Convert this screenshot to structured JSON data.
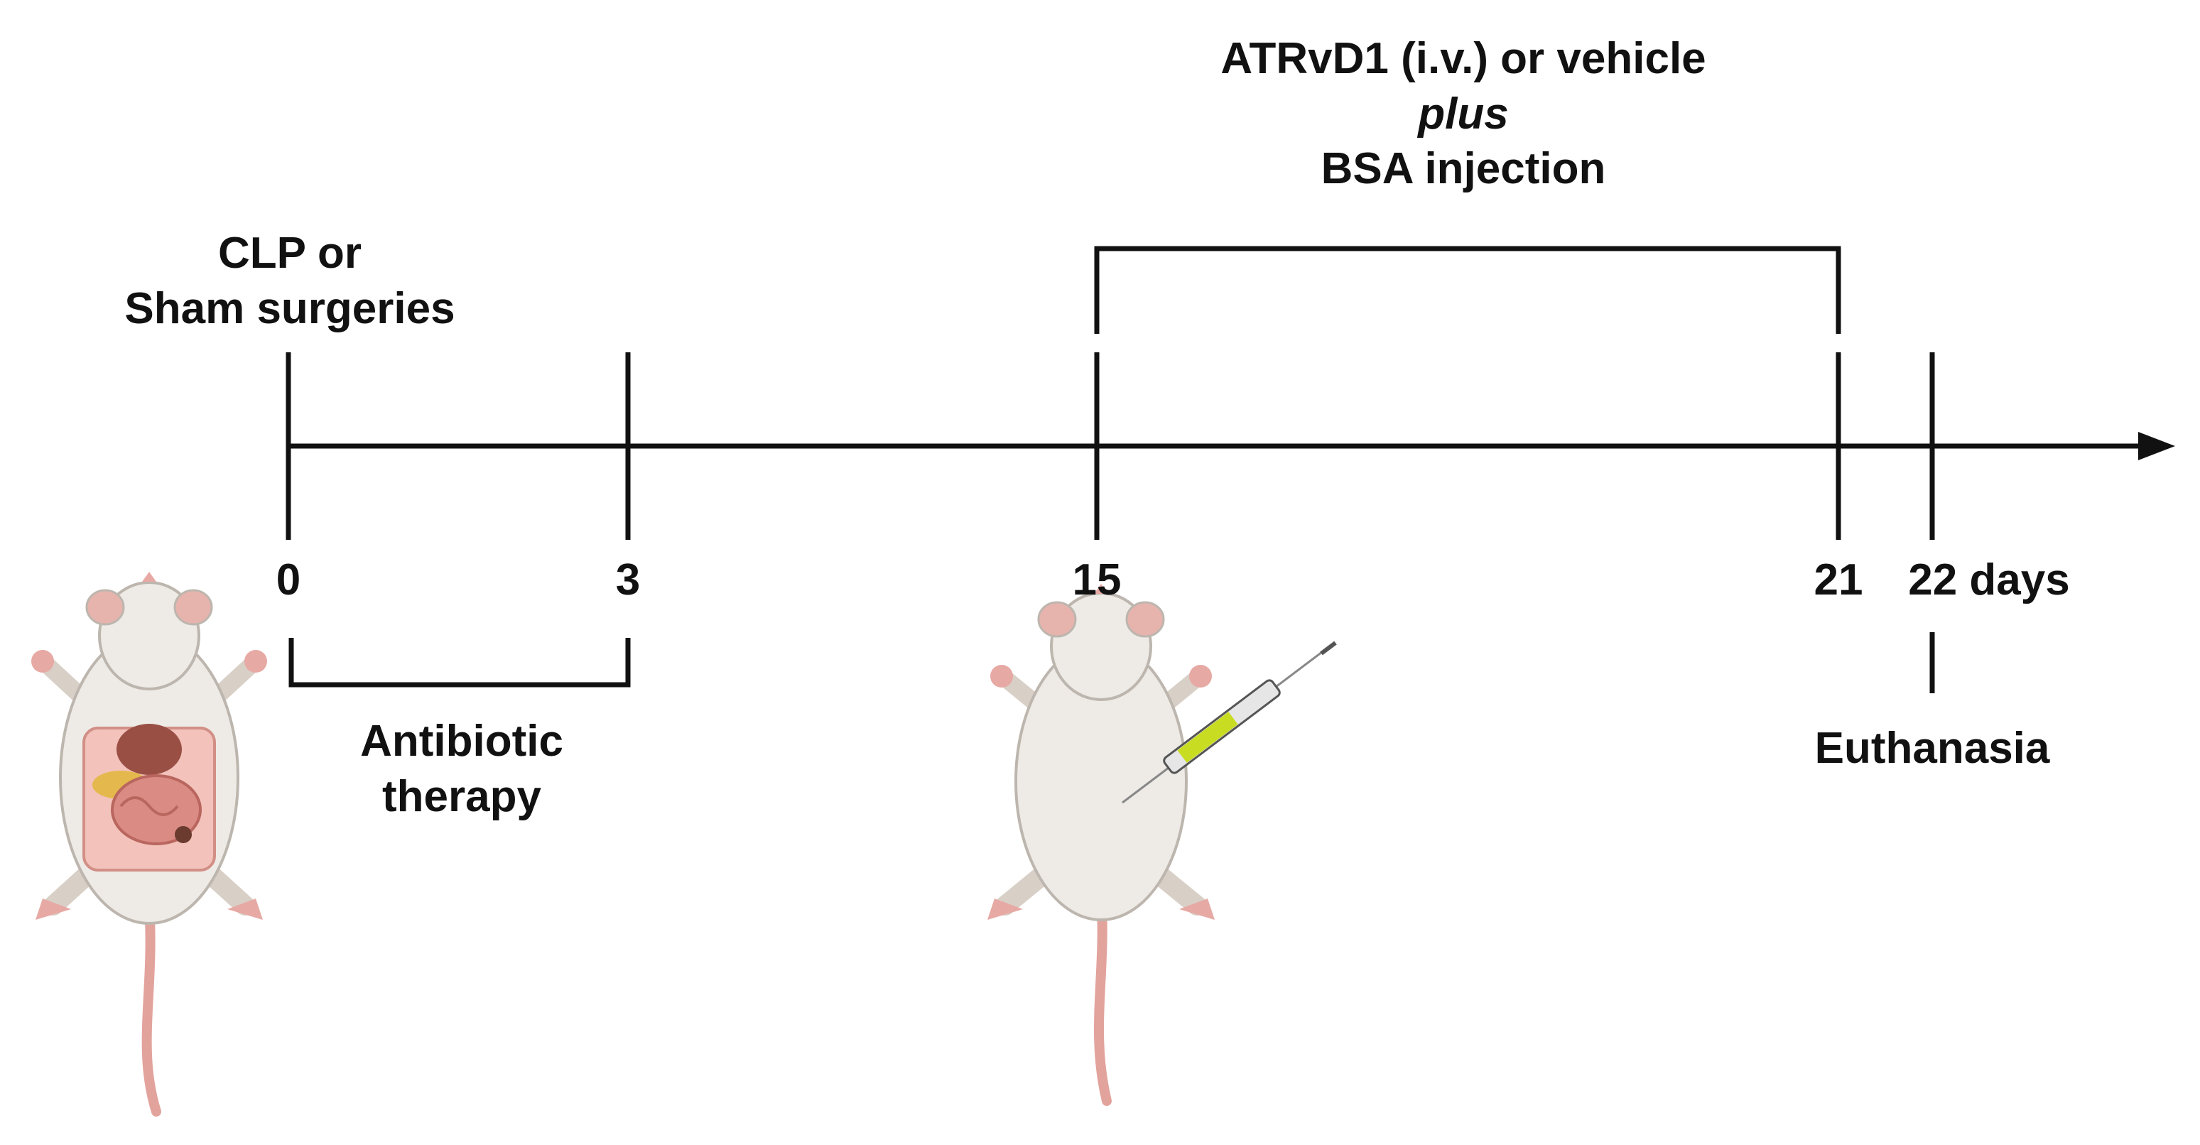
{
  "timeline": {
    "ticks": [
      {
        "label": "0"
      },
      {
        "label": "3"
      },
      {
        "label": "15"
      },
      {
        "label": "21"
      },
      {
        "label": "22 days"
      }
    ]
  },
  "events": {
    "surgery": {
      "line1": "CLP or",
      "line2": "Sham surgeries"
    },
    "antibiotic": {
      "line1": "Antibiotic",
      "line2": "therapy"
    },
    "treatment": {
      "line1": "ATRvD1 (i.v.) or vehicle",
      "line2": "plus",
      "line3": "BSA injection"
    },
    "euthanasia": {
      "label": "Euthanasia"
    }
  },
  "colors": {
    "line": "#111111",
    "mouse_body": "#eeebe7",
    "mouse_outline": "#bdb6ae",
    "mouse_pink": "#e7a9a4",
    "syringe_fluid": "#c8dd22"
  },
  "icons": [
    "mouse-surgery-icon",
    "mouse-injection-icon",
    "syringe-icon"
  ]
}
